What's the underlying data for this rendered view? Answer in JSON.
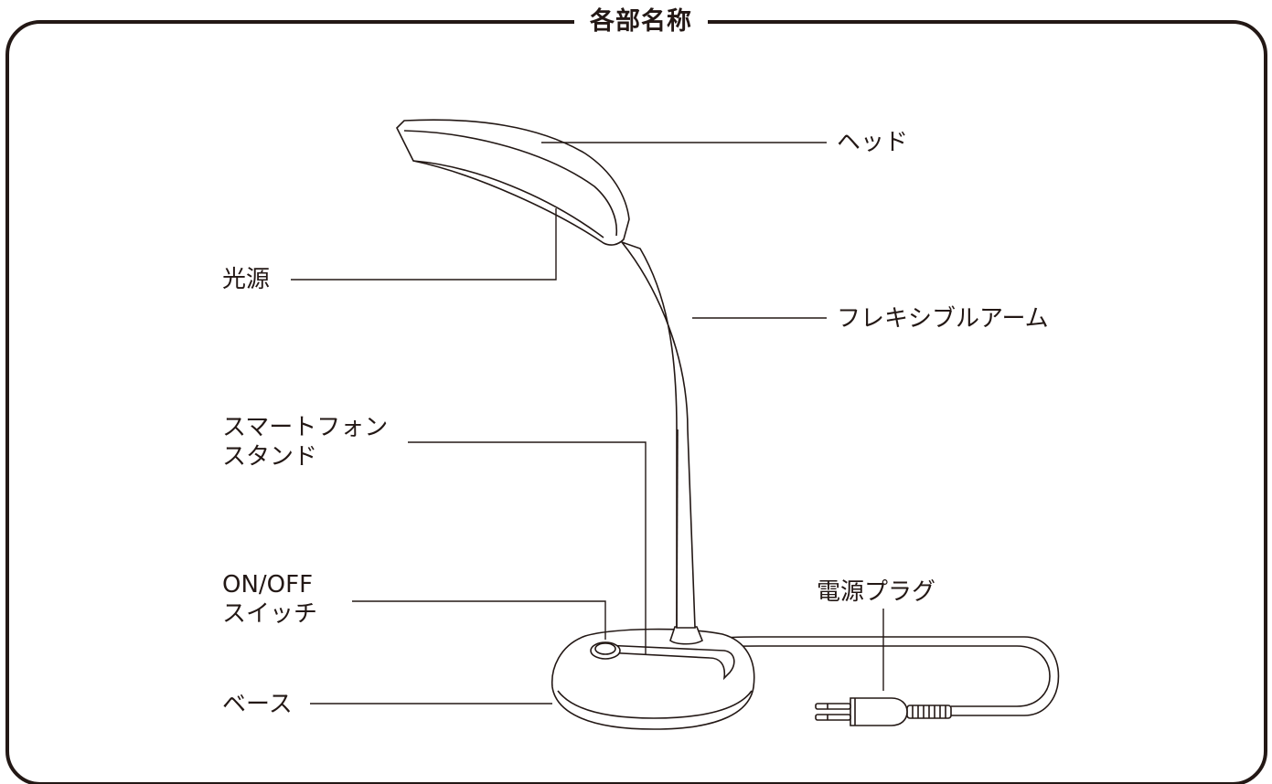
{
  "title": "各部名称",
  "labels": {
    "head": "ヘッド",
    "light_source": "光源",
    "flexible_arm": "フレキシブルアーム",
    "phone_stand": [
      "スマートフォン",
      "スタンド"
    ],
    "power_switch": [
      "ON/OFF",
      "スイッチ"
    ],
    "base": "ベース",
    "power_plug": "電源プラグ"
  },
  "colors": {
    "ink": "#231815",
    "background": "#ffffff"
  }
}
